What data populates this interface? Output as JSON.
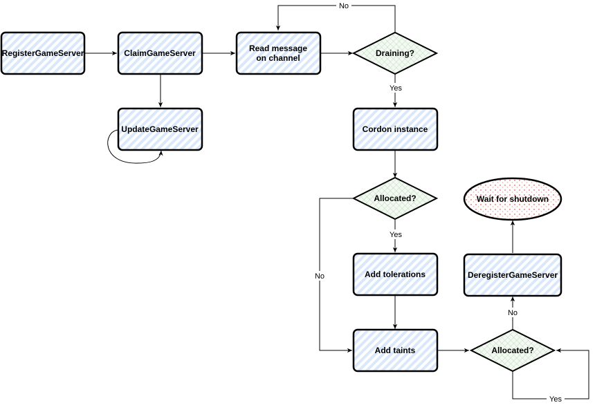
{
  "nodes": {
    "register": "RegisterGameServer",
    "claim": "ClaimGameServer",
    "update": "UpdateGameServer",
    "read_line1": "Read message",
    "read_line2": "on channel",
    "draining": "Draining?",
    "cordon": "Cordon instance",
    "allocated1": "Allocated?",
    "tolerations": "Add tolerations",
    "taints": "Add taints",
    "allocated2": "Allocated?",
    "deregister": "DeregisterGameServer",
    "wait": "Wait for shutdown"
  },
  "edge_labels": {
    "draining_no": "No",
    "draining_yes": "Yes",
    "allocated1_yes": "Yes",
    "allocated1_no": "No",
    "allocated2_no": "No",
    "allocated2_yes": "Yes"
  },
  "colors": {
    "rect_fill": "#dae8fc",
    "diamond_fill": "#d5e8d4",
    "ellipse_fill": "#f8cecc"
  }
}
